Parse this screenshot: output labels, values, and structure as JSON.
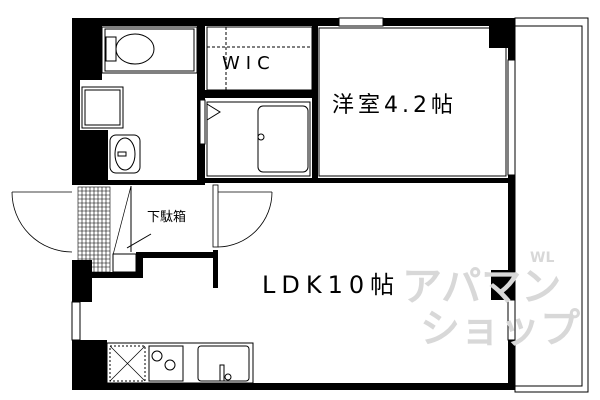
{
  "rooms": {
    "wic": "WIC",
    "western_room": "洋室4.2帖",
    "shoe_cabinet": "下駄箱",
    "ldk": "LDK10帖"
  },
  "watermark": {
    "line1": "アパマン",
    "line2": "ショップ",
    "mark": "WL"
  },
  "colors": {
    "wall": "#000000",
    "watermark": "#d8d8d8"
  }
}
